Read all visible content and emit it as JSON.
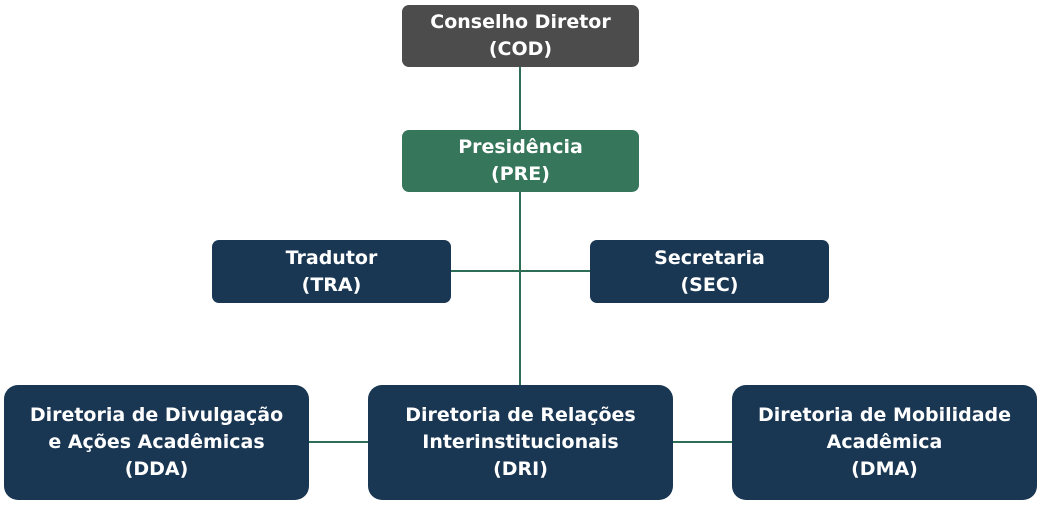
{
  "colors": {
    "council": "#4c4c4c",
    "presidency": "#36765b",
    "units": "#193653",
    "connector": "#2e6e57",
    "text": "#ffffff"
  },
  "nodes": {
    "cod": {
      "name": "Conselho Diretor",
      "code": "(COD)"
    },
    "pre": {
      "name": "Presidência",
      "code": "(PRE)"
    },
    "tra": {
      "name": "Tradutor",
      "code": "(TRA)"
    },
    "sec": {
      "name": "Secretaria",
      "code": "(SEC)"
    },
    "dda": {
      "name_line1": "Diretoria de Divulgação",
      "name_line2": "e Ações Acadêmicas",
      "code": "(DDA)"
    },
    "dri": {
      "name_line1": "Diretoria de Relações",
      "name_line2": "Interinstitucionais",
      "code": "(DRI)"
    },
    "dma": {
      "name_line1": "Diretoria de Mobilidade",
      "name_line2": "Acadêmica",
      "code": "(DMA)"
    }
  },
  "edges": [
    {
      "from": "cod",
      "to": "pre"
    },
    {
      "from": "pre",
      "to": "tra"
    },
    {
      "from": "pre",
      "to": "sec"
    },
    {
      "from": "pre",
      "to": "dri"
    },
    {
      "from": "dri",
      "to": "dda"
    },
    {
      "from": "dri",
      "to": "dma"
    }
  ]
}
